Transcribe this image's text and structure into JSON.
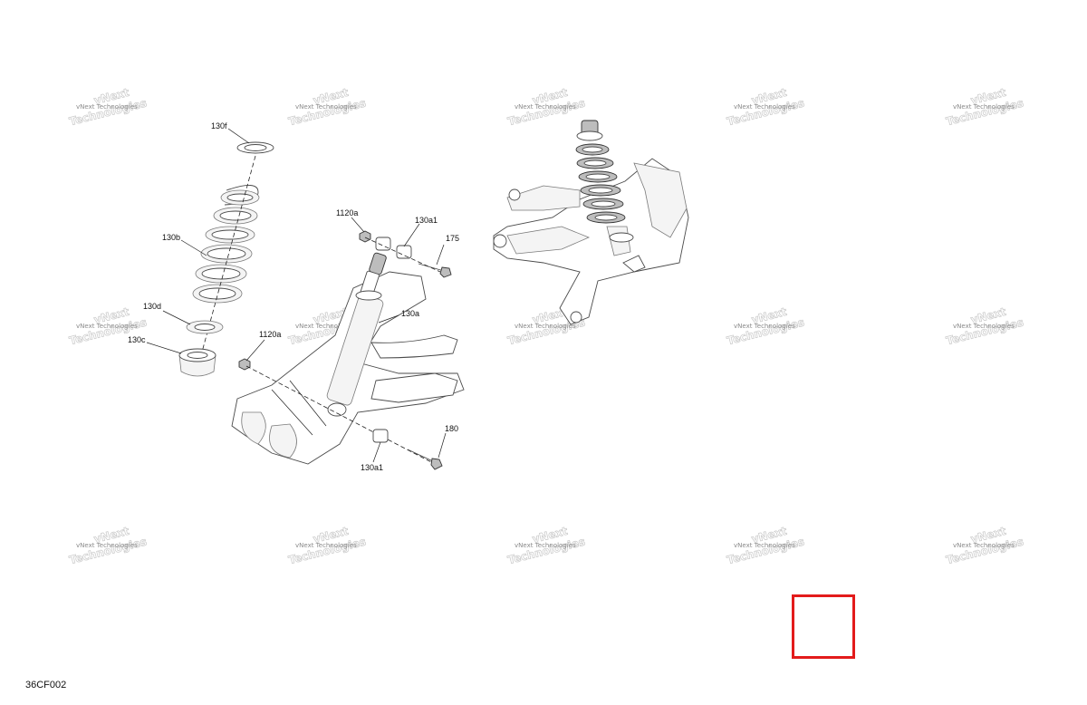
{
  "diagram": {
    "reference_code": "36CF002",
    "callouts": [
      "130f",
      "130b",
      "130d",
      "130c",
      "1120a",
      "130a1",
      "175",
      "130a",
      "1120a",
      "180",
      "130a1"
    ],
    "watermark": {
      "line1": "vNext Technologies",
      "line2": "vNext",
      "line3": "Technologies"
    },
    "colors": {
      "highlight_box": "#e31b1b",
      "watermark": "#c9c9c9"
    }
  }
}
